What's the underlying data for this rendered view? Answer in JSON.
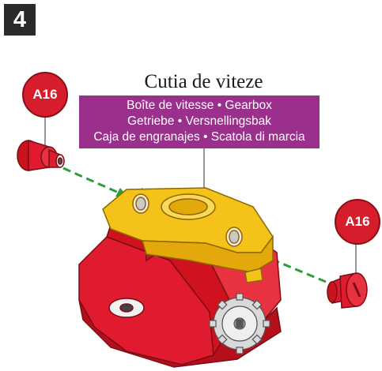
{
  "step": {
    "number": "4"
  },
  "title": {
    "main": "Cutia de viteze"
  },
  "translations": {
    "line1": "Boîte de vitesse • Gearbox",
    "line2": "Getriebe • Versnellingsbak",
    "line3": "Caja de engranajes • Scatola di marcia"
  },
  "parts": {
    "left_label": "A16",
    "right_label": "A16"
  },
  "colors": {
    "part_red": "#e01b2f",
    "frame_yellow": "#f5c21a",
    "banner_purple": "#9a2f8c",
    "arrow_green": "#2e9e3c",
    "gear_grey": "#d9d9d9"
  }
}
